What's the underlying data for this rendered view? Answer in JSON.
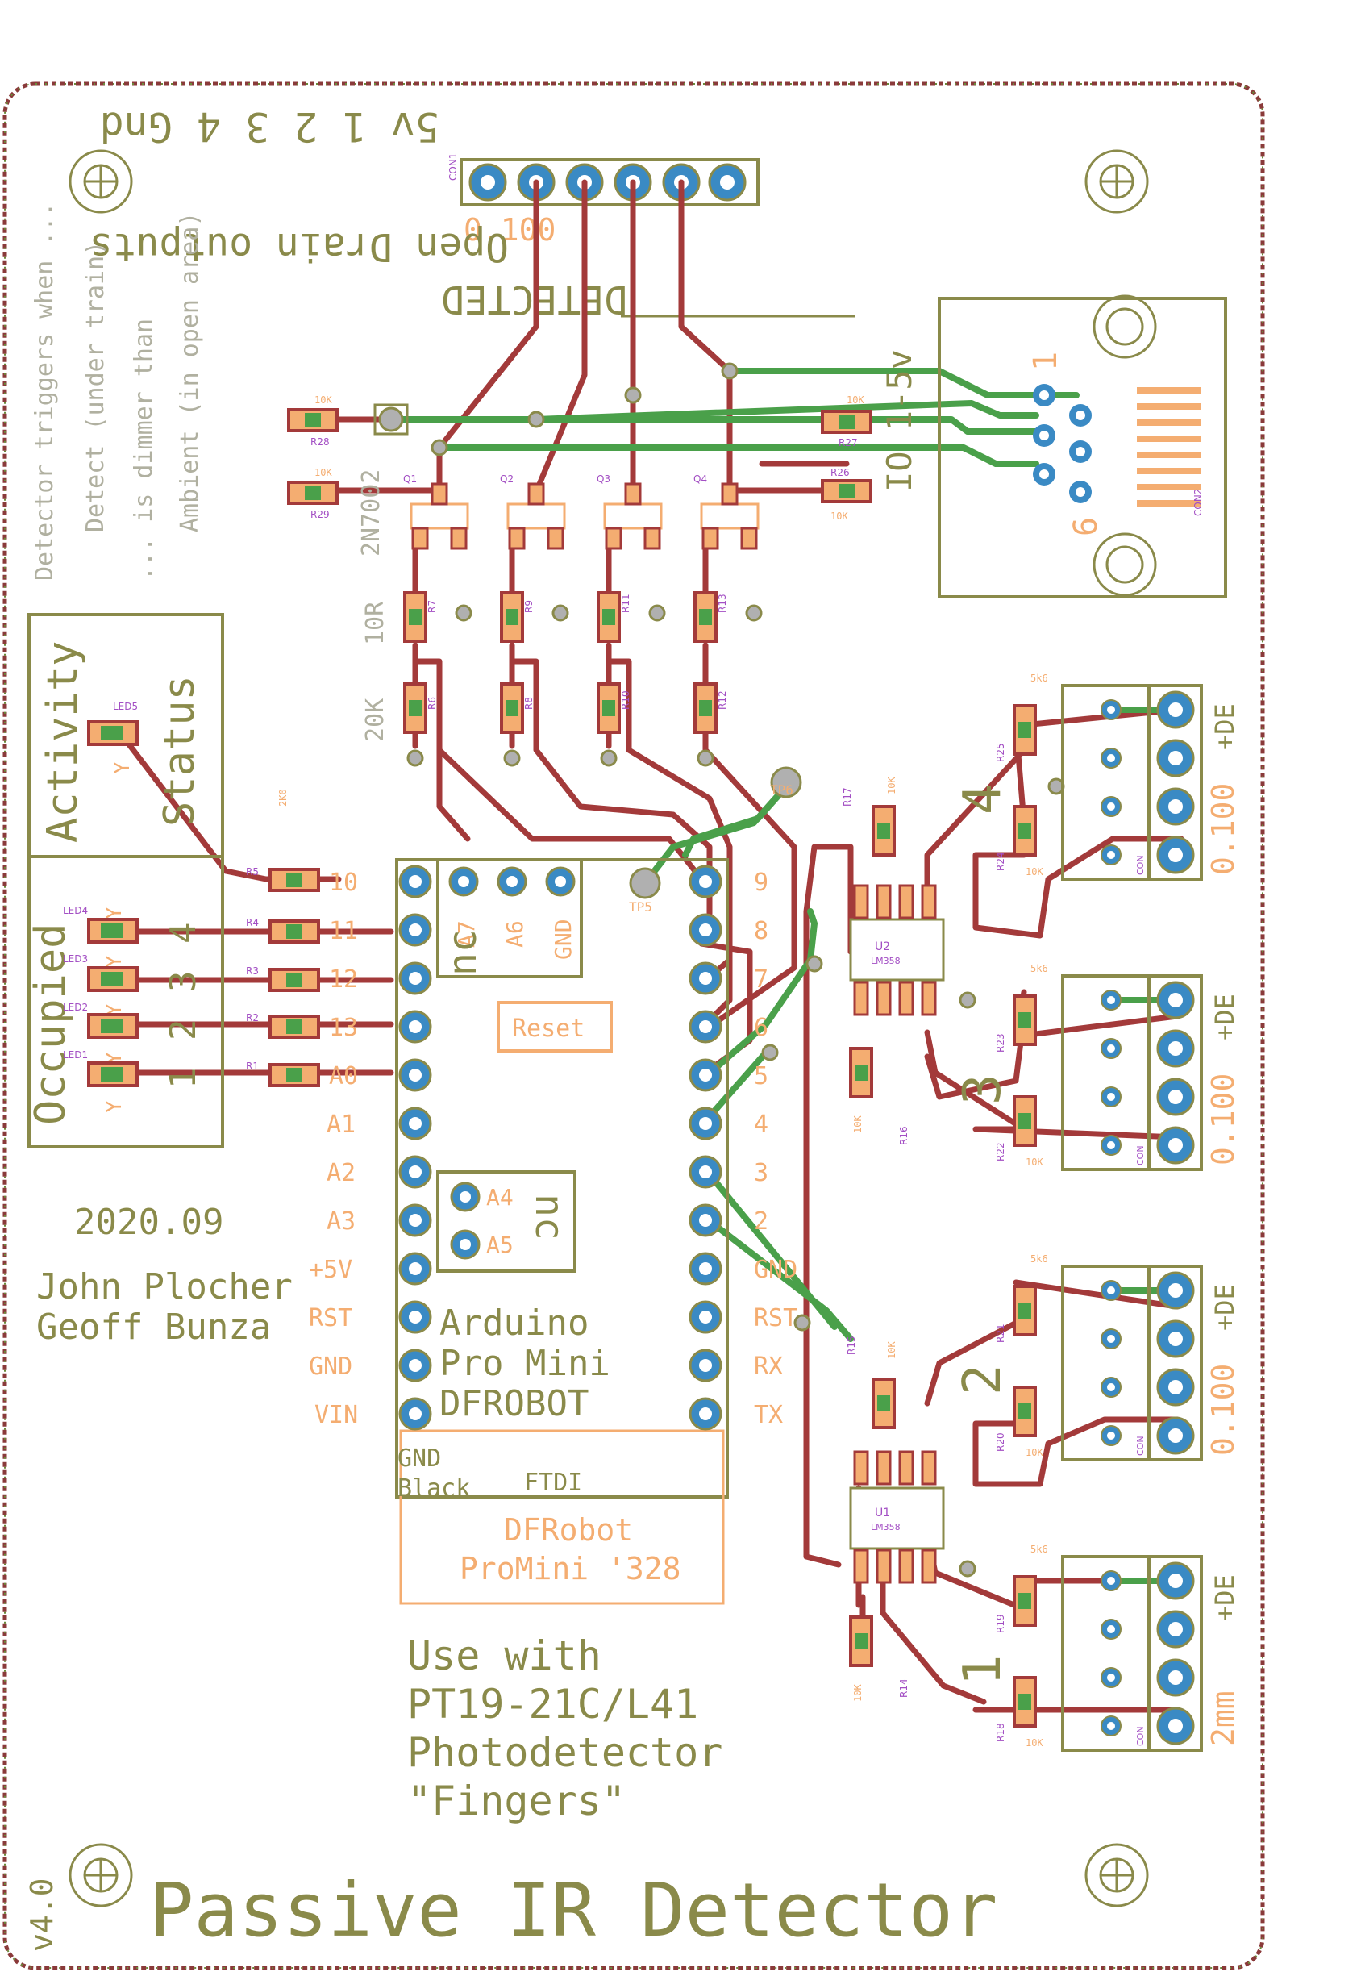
{
  "board": {
    "title": "Passive IR Detector",
    "version": "v4.0",
    "date": "2020.09",
    "authors": [
      "John Plocher",
      "Geoff Bunza"
    ]
  },
  "connector": {
    "pins_label": "5v 1 2 3 4 Gnd",
    "pitch": "0.100",
    "caption_1": "Open Drain outputs",
    "caption_2": "DETECTED",
    "refdes": "CON1"
  },
  "notes": {
    "line1": "Detector triggers when ...",
    "line2": "Detect (under train)",
    "line3": "... is dimmer than",
    "line4": "Ambient (in open area)"
  },
  "io_connector": {
    "label": "IO 1-5v",
    "pin_1": "1",
    "pin_6": "6",
    "refdes": "CON2"
  },
  "resistors": {
    "r28_val": "10K",
    "r28": "R28",
    "r29_val": "10K",
    "r29": "R29",
    "r27_val": "10K",
    "r27": "R27",
    "r26_val": "10K",
    "r26": "R26",
    "part_2n7002": "2N7002",
    "q1": "Q1",
    "q2": "Q2",
    "q3": "Q3",
    "q4": "Q4",
    "r7": "R7",
    "r9": "R9",
    "r11": "R11",
    "r13": "R13",
    "r6": "R6",
    "r8": "R8",
    "r10": "R10",
    "r12": "R12",
    "val_10r": "10R",
    "val_20k": "20K",
    "small_10r": "10R",
    "small_20k": "20K"
  },
  "status_box": {
    "activity": "Activity",
    "status": "Status",
    "led5": "LED5",
    "occupied": "Occupied",
    "nums": [
      "4",
      "3",
      "2",
      "1"
    ],
    "leds": [
      "LED4",
      "LED3",
      "LED2",
      "LED1"
    ],
    "led_y": "Y",
    "r_labels": [
      "R5",
      "R4",
      "R3",
      "R2",
      "R1"
    ],
    "r_2k": "2K0"
  },
  "arduino": {
    "left_pins": [
      "10",
      "11",
      "12",
      "13",
      "A0",
      "A1",
      "A2",
      "A3",
      "+5V",
      "RST",
      "GND",
      "VIN"
    ],
    "right_pins": [
      "9",
      "8",
      "7",
      "6",
      "5",
      "4",
      "3",
      "2",
      "GND",
      "RST",
      "RX",
      "TX"
    ],
    "top_nc": [
      "A7",
      "A6",
      "GND"
    ],
    "nc": "nc",
    "reset": "Reset",
    "a4": "A4",
    "a5": "A5",
    "nc2": "nc",
    "name1": "Arduino",
    "name2": "Pro Mini",
    "name3": "DFROBOT",
    "gnd": "GND",
    "black": "Black",
    "ftdi": "FTDI",
    "module1": "DFRobot",
    "module2": "ProMini '328"
  },
  "detectors": {
    "ch4": "4",
    "ch3": "3",
    "ch2": "2",
    "ch1": "1",
    "de": "+DE",
    "pitch": "0.100",
    "mm": "2mm",
    "r25": "R25",
    "r24": "R24",
    "r23": "R23",
    "r22": "R22",
    "r21": "R21",
    "r20": "R20",
    "r19": "R19",
    "r18": "R18",
    "val_5k6": "5k6",
    "val_10k": "10K",
    "r17": "R17",
    "r16": "R16",
    "r15": "R15",
    "r14": "R14",
    "u2": "U2",
    "u1": "U1",
    "lm358": "LM358",
    "tp5": "TP5",
    "tp6": "TP6",
    "con": "CON"
  },
  "usage": {
    "line1": "Use with",
    "line2": "PT19-21C/L41",
    "line3": "Photodetector",
    "line4": "\"Fingers\""
  }
}
